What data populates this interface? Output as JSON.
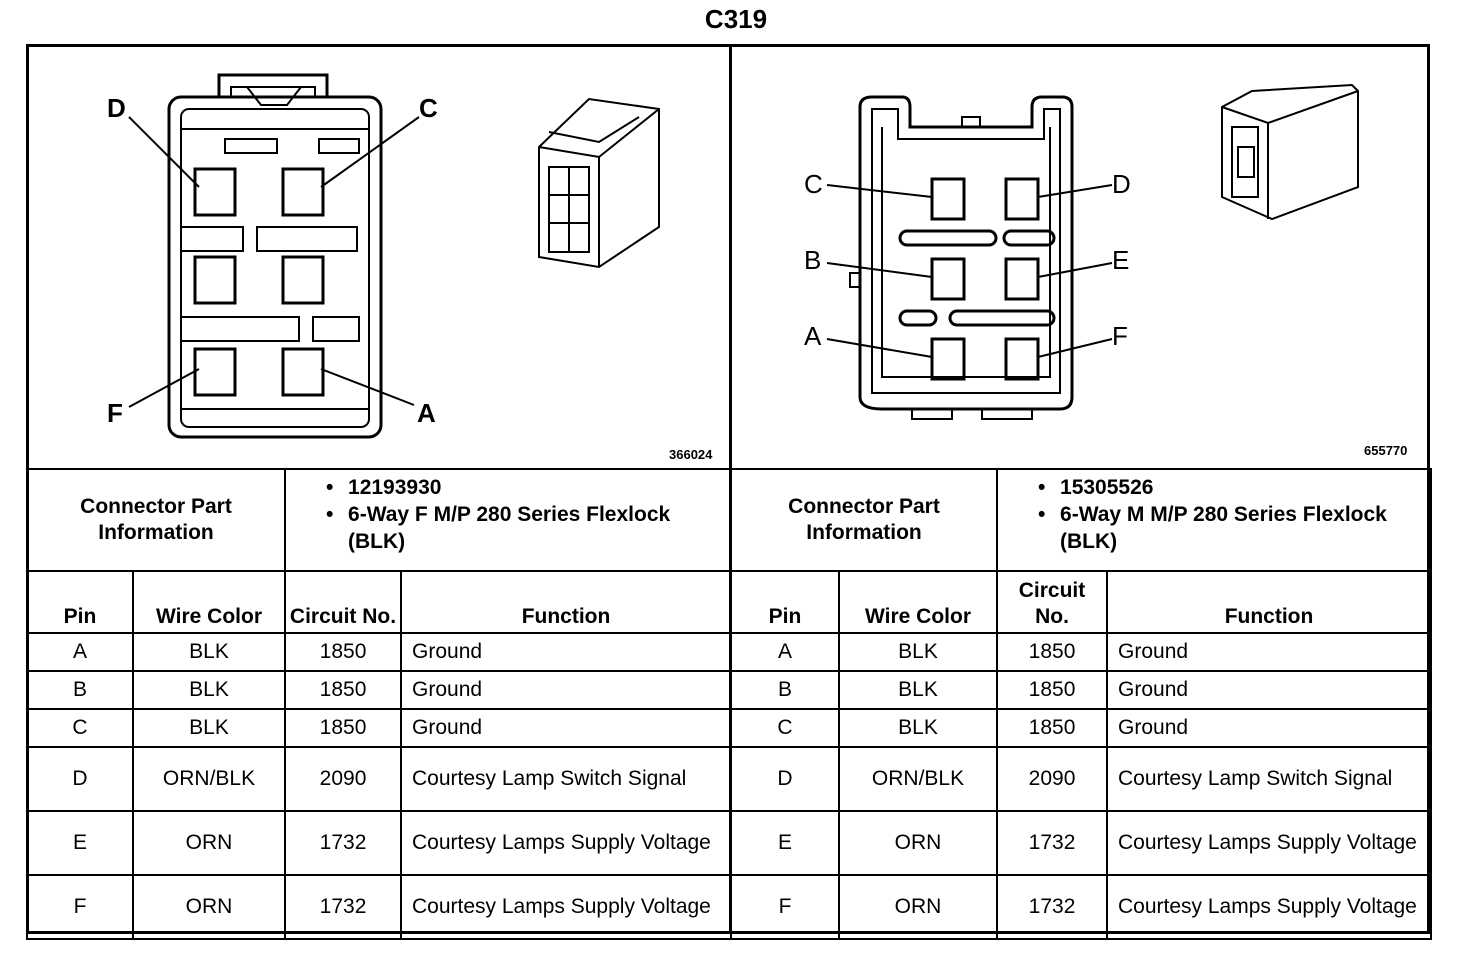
{
  "title": "C319",
  "left": {
    "figure_number": "366024",
    "pin_callouts": [
      "D",
      "C",
      "F",
      "A"
    ],
    "connector_label": "Connector Part Information",
    "connector_info": [
      "12193930",
      "6-Way F M/P 280 Series Flexlock (BLK)"
    ],
    "headers": {
      "pin": "Pin",
      "wire_color": "Wire Color",
      "circuit": "Circuit No.",
      "function": "Function"
    },
    "rows": [
      {
        "pin": "A",
        "wire": "BLK",
        "circuit": "1850",
        "function": "Ground"
      },
      {
        "pin": "B",
        "wire": "BLK",
        "circuit": "1850",
        "function": "Ground"
      },
      {
        "pin": "C",
        "wire": "BLK",
        "circuit": "1850",
        "function": "Ground"
      },
      {
        "pin": "D",
        "wire": "ORN/BLK",
        "circuit": "2090",
        "function": "Courtesy Lamp Switch Signal"
      },
      {
        "pin": "E",
        "wire": "ORN",
        "circuit": "1732",
        "function": "Courtesy Lamps Supply Voltage"
      },
      {
        "pin": "F",
        "wire": "ORN",
        "circuit": "1732",
        "function": "Courtesy Lamps Supply Voltage"
      }
    ]
  },
  "right": {
    "figure_number": "655770",
    "pin_callouts": [
      "C",
      "D",
      "B",
      "E",
      "A",
      "F"
    ],
    "connector_label": "Connector Part Information",
    "connector_info": [
      "15305526",
      "6-Way M M/P 280 Series Flexlock (BLK)"
    ],
    "headers": {
      "pin": "Pin",
      "wire_color": "Wire Color",
      "circuit": "Circuit No.",
      "function": "Function"
    },
    "rows": [
      {
        "pin": "A",
        "wire": "BLK",
        "circuit": "1850",
        "function": "Ground"
      },
      {
        "pin": "B",
        "wire": "BLK",
        "circuit": "1850",
        "function": "Ground"
      },
      {
        "pin": "C",
        "wire": "BLK",
        "circuit": "1850",
        "function": "Ground"
      },
      {
        "pin": "D",
        "wire": "ORN/BLK",
        "circuit": "2090",
        "function": "Courtesy Lamp Switch Signal"
      },
      {
        "pin": "E",
        "wire": "ORN",
        "circuit": "1732",
        "function": "Courtesy Lamps Supply Voltage"
      },
      {
        "pin": "F",
        "wire": "ORN",
        "circuit": "1732",
        "function": "Courtesy Lamps Supply Voltage"
      }
    ]
  }
}
